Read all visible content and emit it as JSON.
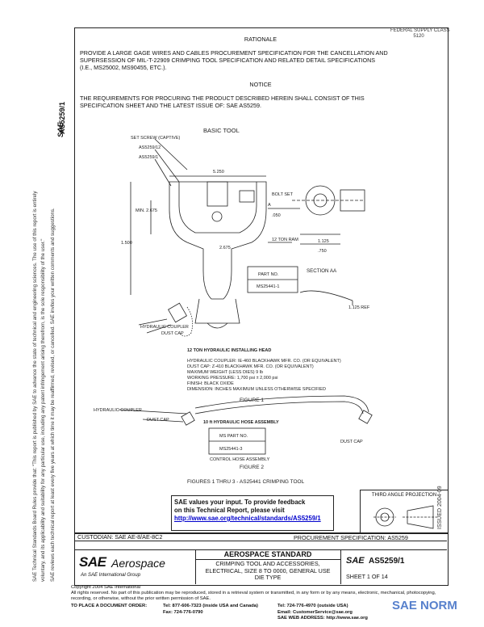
{
  "header": {
    "rationale_title": "RATIONALE",
    "rationale_text": [
      "PROVIDE A LARGE GAGE WIRES AND CABLES PROCUREMENT SPECIFICATION FOR THE CANCELLATION AND",
      "SUPERSESSION OF MIL-T-22909 CRIMPING TOOL SPECIFICATION AND RELATED DETAIL SPECIFICATIONS",
      "(I.E., MS25002, MS90455, ETC.)."
    ],
    "notice_title": "NOTICE",
    "notice_text": [
      "THE REQUIREMENTS FOR PROCURING THE PRODUCT DESCRIBED HEREIN SHALL CONSIST OF THIS",
      "SPECIFICATION SHEET AND THE LATEST ISSUE OF:  SAE AS5259."
    ],
    "top_right": [
      "FEDERAL SUPPLY CLASS",
      "5120"
    ],
    "side_doc_id": "AS5259/1",
    "side_logo": "SAE",
    "side_date": "ISSUED 2004-09"
  },
  "left_margin_text": [
    "SAE Technical Standards Board Rules provide that: \"This report is published by SAE to advance the state of technical and engineering sciences. The use of this report is entirely",
    "voluntary, and its applicability and suitability for any particular use, including any patent infringement arising therefrom, is the sole responsibility of the user.\"",
    "SAE reviews each technical report at least every five years at which time it may be reaffirmed, revised, or cancelled. SAE invites your written comments and suggestions."
  ],
  "drawing": {
    "basic_tool": "BASIC TOOL",
    "labels": {
      "set_screw": "SET SCREW (CAPTIVE)",
      "as_label_1": "AS5259/12",
      "as_label_2": "AS5259/1",
      "dim_5250": "5.250",
      "dim_675": "MIN. 2.675",
      "section_a": "A",
      "dim_050": ".050",
      "bolt_set": "BOLT SET",
      "dim_2675": "2.675",
      "tons_ram": "12 TON RAM",
      "dim_1500": "1.500",
      "dim_1125": "1.125",
      "dim_750": ".750",
      "dim_1125_b": "1.125 REF",
      "section_aa": "SECTION AA",
      "hydraulic_coupler": "HYDRAULIC COUPLER",
      "dust_cap": "DUST CAP"
    },
    "part_table": {
      "header": "PART NO.",
      "value": "MS25441-1"
    },
    "notes": [
      "12 TON HYDRAULIC INSTALLING HEAD",
      "",
      "HYDRAULIC COUPLER: IE-460 BLACKHAWK MFR. CO. (OR EQUIVALENT)",
      "DUST CAP: Z-410 BLACKHAWK MFR. CO. (OR EQUIVALENT)",
      "MAXIMUM WEIGHT (LESS DIES) 9 lb",
      "WORKING PRESSURE: 1,700 psi ± 2,000 psi",
      "FINISH: BLACK OXIDE",
      "DIMENSION: INCHES MAXIMUM UNLESS OTHERWISE SPECIFIED"
    ],
    "figure1": "FIGURE 1",
    "hose": {
      "hydraulic_coupler": "HYDRAULIC COUPLER",
      "dust_cap": "DUST CAP",
      "title": "10 ft HYDRAULIC HOSE ASSEMBLY",
      "part_header": "MS PART NO.",
      "part_value": "MS25441-3",
      "control": "CONTROL HOSE ASSEMBLY",
      "dust_cap_right": "DUST CAP"
    },
    "figure2": "FIGURE 2",
    "figures_caption": "FIGURES 1 THRU 3 - AS25441 CRIMPING TOOL",
    "third_angle": "THIRD ANGLE PROJECTION"
  },
  "feedback": {
    "line1": "SAE values your input. To provide feedback",
    "line2": "on this Technical Report, please visit",
    "url": "http://www.sae.org/technical/standards/AS5259/1"
  },
  "title_block": {
    "custodian": "CUSTODIAN: SAE AE-8/AE-8C2",
    "procurement": "PROCUREMENT SPECIFICATION: AS5259",
    "logo_sae": "SAE",
    "logo_aerospace": "Aerospace",
    "logo_sub": "An SAE International Group",
    "standard_title": "AEROSPACE STANDARD",
    "description": [
      "CRIMPING TOOL AND ACCESSORIES,",
      "ELECTRICAL, SIZE 8 TO 0000, GENERAL USE",
      "DIE TYPE"
    ],
    "doc_logo": "SAE",
    "doc_id": "AS5259/1",
    "sheet": "SHEET 1 OF 14"
  },
  "footer": {
    "copyright": "Copyright 2004 SAE International",
    "rights": [
      "All rights reserved. No part of this publication may be reproduced, stored in a retrieval system or transmitted, in any form or by any means, electronic, mechanical, photocopying,",
      "recording, or otherwise, without the prior written permission of SAE."
    ],
    "order_label": "TO PLACE A DOCUMENT ORDER:",
    "tel1": "Tel:  877-606-7323 (inside USA and Canada)",
    "tel2": "Tel:  724-776-4970 (outside USA)",
    "fax": "Fax:  724-776-0790",
    "email": "Email: CustomerService@sae.org",
    "web": "SAE WEB ADDRESS:  http://www.sae.org",
    "watermark": "SAE NORM"
  }
}
